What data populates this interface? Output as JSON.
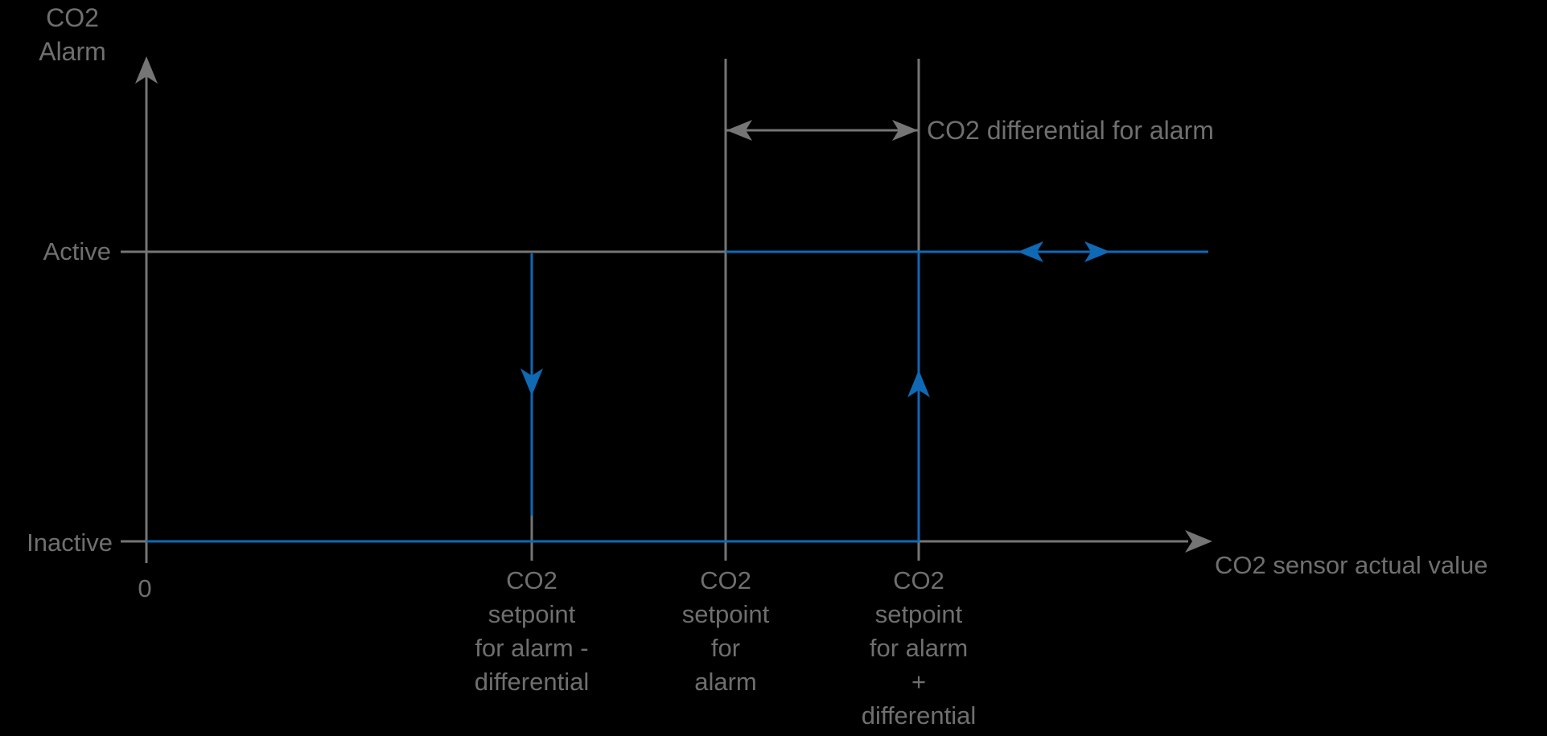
{
  "figure_title": {
    "line1": "CO2",
    "line2": "Alarm"
  },
  "y_axis": {
    "active_label": "Active",
    "inactive_label": "Inactive",
    "origin_label": "0"
  },
  "x_axis": {
    "label": "CO2 sensor actual value"
  },
  "differential_annotation": {
    "label": "CO2 differential for alarm"
  },
  "x_ticks": [
    {
      "name": "setpoint-minus-differential",
      "lines": [
        "CO2",
        "setpoint",
        "for alarm -",
        "differential"
      ]
    },
    {
      "name": "setpoint-for-alarm",
      "lines": [
        "CO2",
        "setpoint",
        "for",
        "alarm"
      ]
    },
    {
      "name": "setpoint-plus-differential",
      "lines": [
        "CO2",
        "setpoint",
        "for alarm",
        "+",
        "differential"
      ]
    }
  ],
  "colors": {
    "background": "#000000",
    "line_gray": "#757575",
    "text_gray": "#6f6f6f",
    "accent_blue": "#0f69b4"
  },
  "chart_data": {
    "type": "line",
    "title": "",
    "xlabel": "CO2 sensor actual value",
    "ylabel": "CO2 Alarm",
    "y_states": [
      "Inactive",
      "Active"
    ],
    "x_reference_points": [
      "0",
      "CO2 setpoint for alarm - differential",
      "CO2 setpoint for alarm",
      "CO2 setpoint for alarm + differential"
    ],
    "behavior": {
      "alarm_state_low": "Inactive below CO2 setpoint for alarm + differential (rising)",
      "alarm_activates_rising_at": "CO2 setpoint for alarm + differential",
      "alarm_deactivates_falling_at": "CO2 setpoint for alarm - differential",
      "differential_span": [
        "CO2 setpoint for alarm",
        "CO2 setpoint for alarm + differential"
      ]
    },
    "legend": [],
    "grid": false
  }
}
